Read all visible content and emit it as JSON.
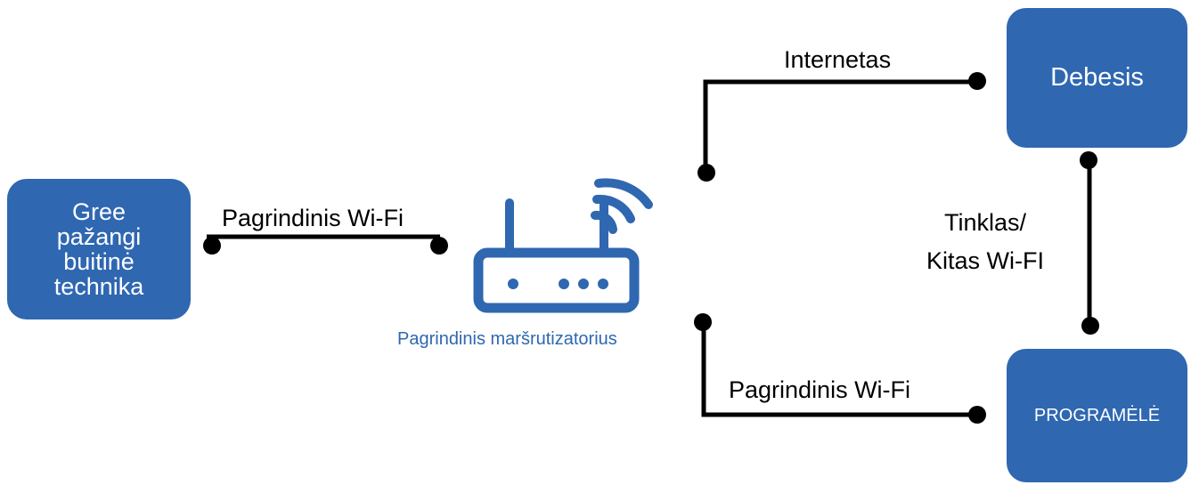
{
  "appliance": {
    "lines": [
      "Gree",
      "pažangi",
      "buitinė",
      "technika"
    ]
  },
  "cloud": {
    "label": "Debesis"
  },
  "app": {
    "label": "PROGRAMĖLĖ"
  },
  "router": {
    "label": "Pagrindinis maršrutizatorius",
    "icon": "wifi-router-icon"
  },
  "links": {
    "appliance_router": "Pagrindinis Wi-Fi",
    "router_cloud": "Internetas",
    "cloud_app": [
      "Tinklas/",
      "Kitas Wi-FI"
    ],
    "router_app": "Pagrindinis Wi-Fi"
  },
  "colors": {
    "accent": "#2f67b1",
    "line": "#000000",
    "background": "#ffffff"
  }
}
